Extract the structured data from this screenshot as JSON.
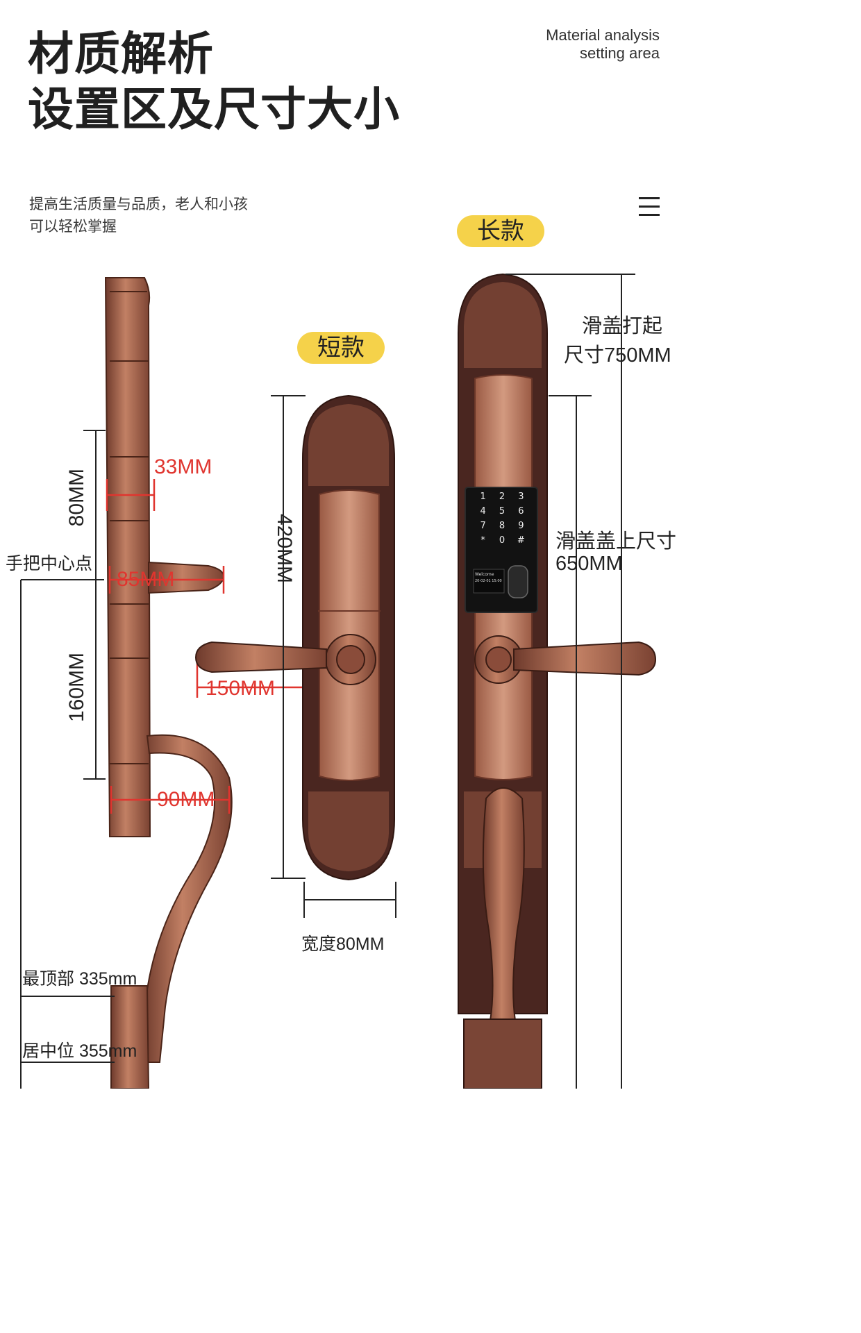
{
  "header": {
    "title_line1": "材质解析",
    "title_line2": "设置区及尺寸大小",
    "en_line1": "Material analysis",
    "en_line2": "setting area",
    "subtitle_line1": "提高生活质量与品质，老人和小孩",
    "subtitle_line2": "可以轻松掌握",
    "menu_icon": "hamburger-menu-icon"
  },
  "tags": {
    "short": "短款",
    "long": "长款"
  },
  "side_view": {
    "dim_80": "80MM",
    "dim_33": "33MM",
    "handle_center": "手把中心点",
    "dim_85": "85MM",
    "dim_160": "160MM",
    "dim_150": "150MM",
    "dim_90": "90MM",
    "top_height": "最顶部 335mm",
    "center_height": "居中位 355mm"
  },
  "short_model": {
    "height": "420MM",
    "width": "宽度80MM"
  },
  "long_model": {
    "lift_label_1": "滑盖打起",
    "lift_label_2": "尺寸750MM",
    "closed_label_1": "滑盖盖上尺寸",
    "closed_label_2": "650MM",
    "keypad_keys": [
      "1",
      "2",
      "3",
      "4",
      "5",
      "6",
      "7",
      "8",
      "9",
      "*",
      "0",
      "#"
    ],
    "screen_text_1": "Welcome",
    "screen_text_2": "20-02-01  15:00"
  },
  "colors": {
    "accent_yellow": "#f5d24a",
    "dimension_red": "#e0352f",
    "copper": "#b06a4e",
    "copper_dark": "#5a3025"
  }
}
